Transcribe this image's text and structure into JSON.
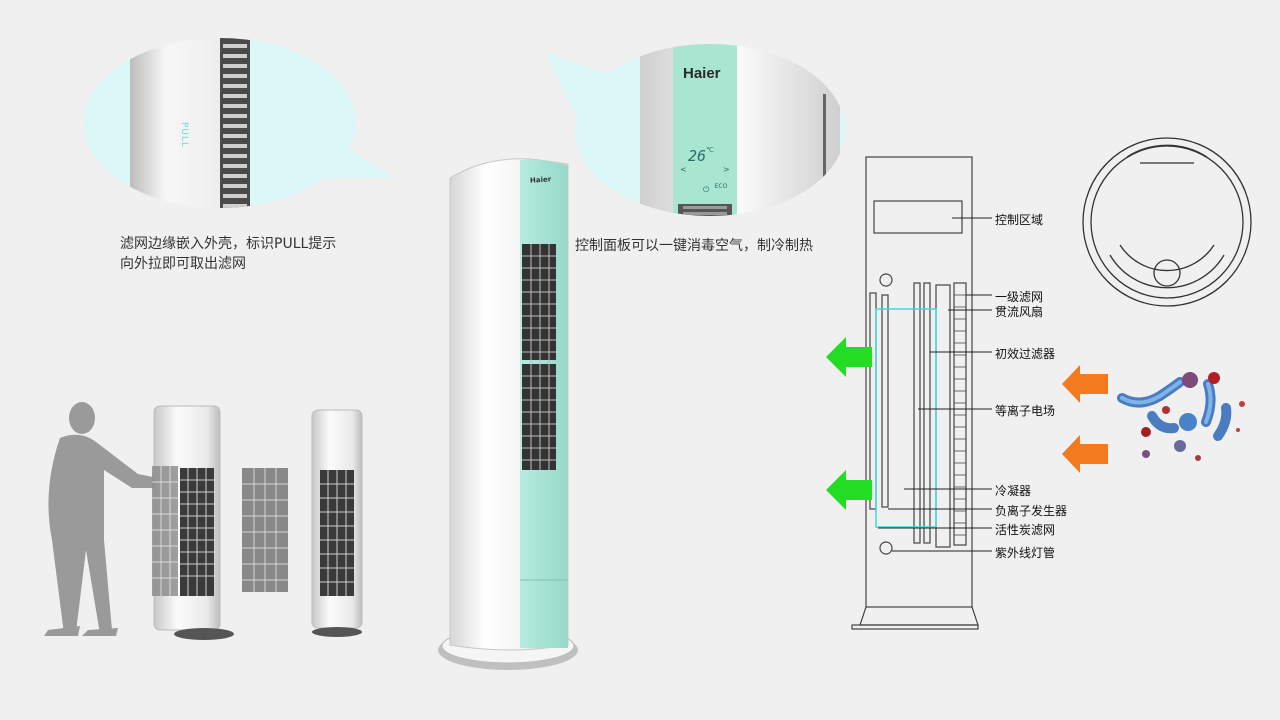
{
  "callouts": {
    "filter_line1": "滤网边缘嵌入外壳，标识PULL提示",
    "filter_line2": "向外拉即可取出滤网",
    "panel": "控制面板可以一键消毒空气，制冷制热"
  },
  "panel_zoom": {
    "brand": "Haier",
    "temperature": "26",
    "unit": "℃"
  },
  "pull_label": "PULL",
  "product_brand": "Haier",
  "diagram": {
    "labels": {
      "control": "控制区域",
      "primary_filter": "一级滤网",
      "fan": "贯流风扇",
      "initial_filter": "初效过滤器",
      "plasma": "等离子电场",
      "condenser": "冷凝器",
      "anion": "负离子发生器",
      "carbon": "活性炭滤网",
      "uv": "紫外线灯管"
    }
  },
  "colors": {
    "accent_mint": "#a8e6d2",
    "outflow_arrow": "#22dd22",
    "inflow_arrow": "#f47a20",
    "airpath": "#40d8e0"
  }
}
